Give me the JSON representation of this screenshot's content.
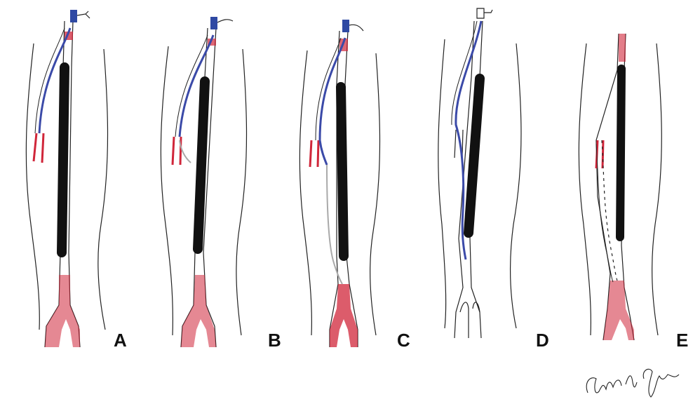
{
  "panels": [
    {
      "letter": "A"
    },
    {
      "letter": "B"
    },
    {
      "letter": "C"
    },
    {
      "letter": "D"
    },
    {
      "letter": "E"
    }
  ],
  "colors": {
    "occlusion": "#111111",
    "guidewire_blue": "#3b4aa8",
    "guidewire_gray": "#a9a9a9",
    "artery_red": "#d0263a",
    "sheath_blue": "#2f49a3",
    "outline": "#222222"
  },
  "signature": {
    "kind": "handwritten-signature"
  }
}
